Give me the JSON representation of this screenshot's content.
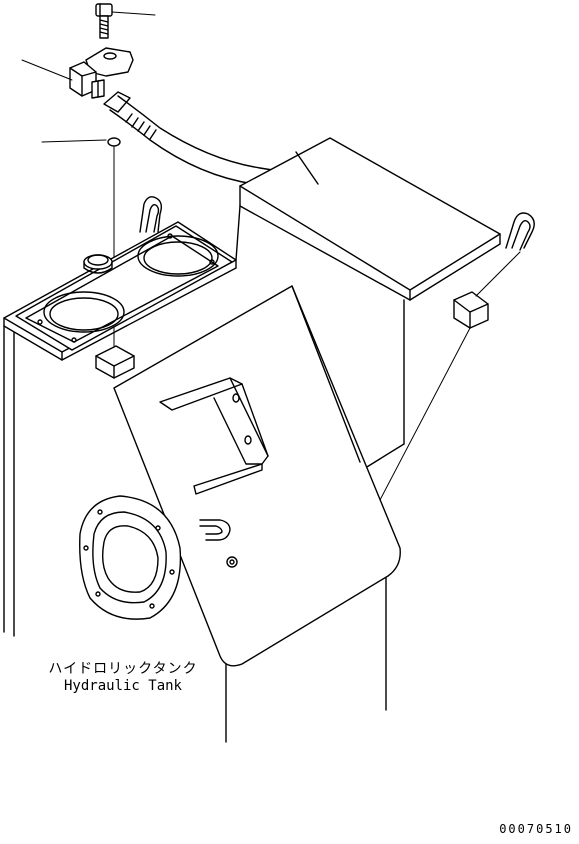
{
  "part_label": {
    "japanese": "ハイドロリックタンク",
    "english": "Hydraulic Tank"
  },
  "drawing_number": "00070510",
  "colors": {
    "line": "#000000",
    "background": "#ffffff"
  }
}
